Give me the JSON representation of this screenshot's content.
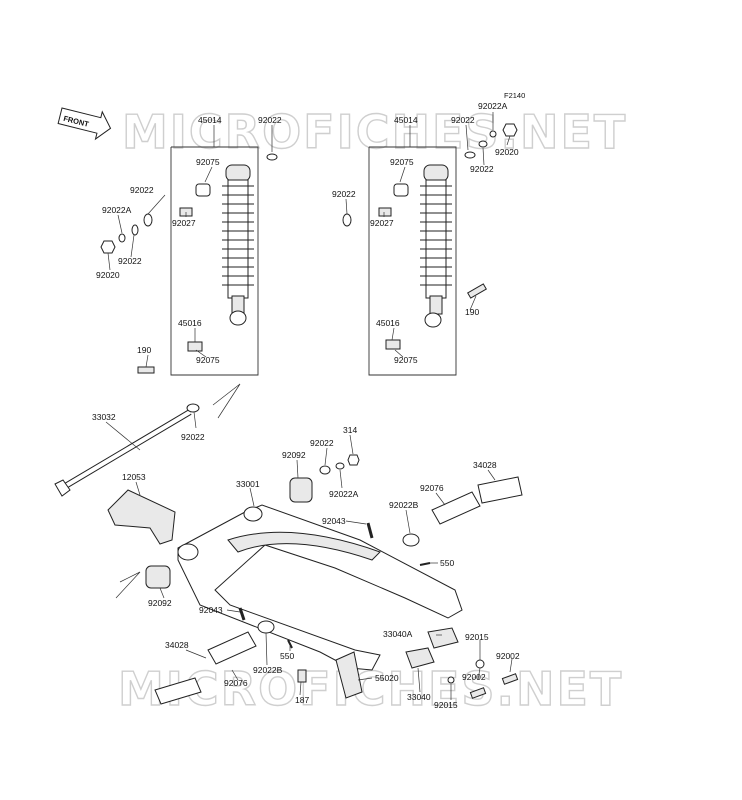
{
  "diagram_code": "F2140",
  "front_badge": "FRONT",
  "watermark_top": "MICROFICHES.NET",
  "watermark_bottom": "MICROFICHES.NET",
  "part_labels": [
    "45014",
    "92022",
    "92075",
    "92022",
    "92022A",
    "92027",
    "92022",
    "92020",
    "45016",
    "92075",
    "190",
    "45014",
    "92022A",
    "92022",
    "92020",
    "92022",
    "92075",
    "92022",
    "92027",
    "190",
    "45016",
    "92075",
    "33032",
    "92022",
    "314",
    "92022",
    "92092",
    "92022A",
    "33001",
    "34028",
    "92076",
    "12053",
    "92043",
    "92022B",
    "550",
    "92092",
    "92043",
    "550",
    "34028",
    "92022B",
    "92076",
    "33040A",
    "92015",
    "92002",
    "55020",
    "187",
    "33040",
    "92002",
    "92015"
  ]
}
